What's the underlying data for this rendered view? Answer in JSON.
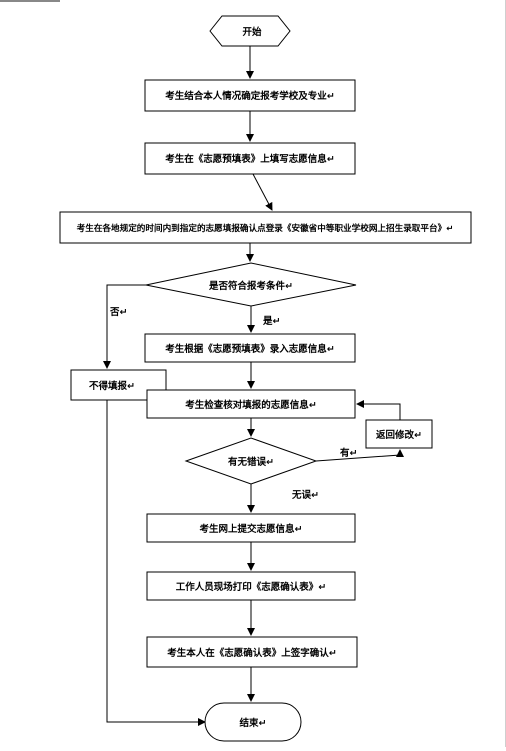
{
  "flowchart": {
    "start": "开始",
    "step1": "考生结合本人情况确定报考学校及专业↵",
    "step2": "考生在《志愿预填表》上填写志愿信息↵",
    "step3": "考生在各地规定的时间内到指定的志愿填报确认点登录《安徽省中等职业学校网上招生录取平台》↵",
    "decision1": "是否符合报考条件↵",
    "no_label": "否↵",
    "yes_label": "是↵",
    "reject": "不得填报↵",
    "step4": "考生根据《志愿预填表》录入志愿信息↵",
    "step5": "考生检查核对填报的志愿信息↵",
    "decision2": "有无错误↵",
    "has_error_label": "有↵",
    "no_error_label": "无误↵",
    "fix": "返回修改↵",
    "step6": "考生网上提交志愿信息↵",
    "step7": "工作人员现场打印《志愿确认表》↵",
    "step8": "考生本人在《志愿确认表》上签字确认↵",
    "end": "结束↵"
  }
}
